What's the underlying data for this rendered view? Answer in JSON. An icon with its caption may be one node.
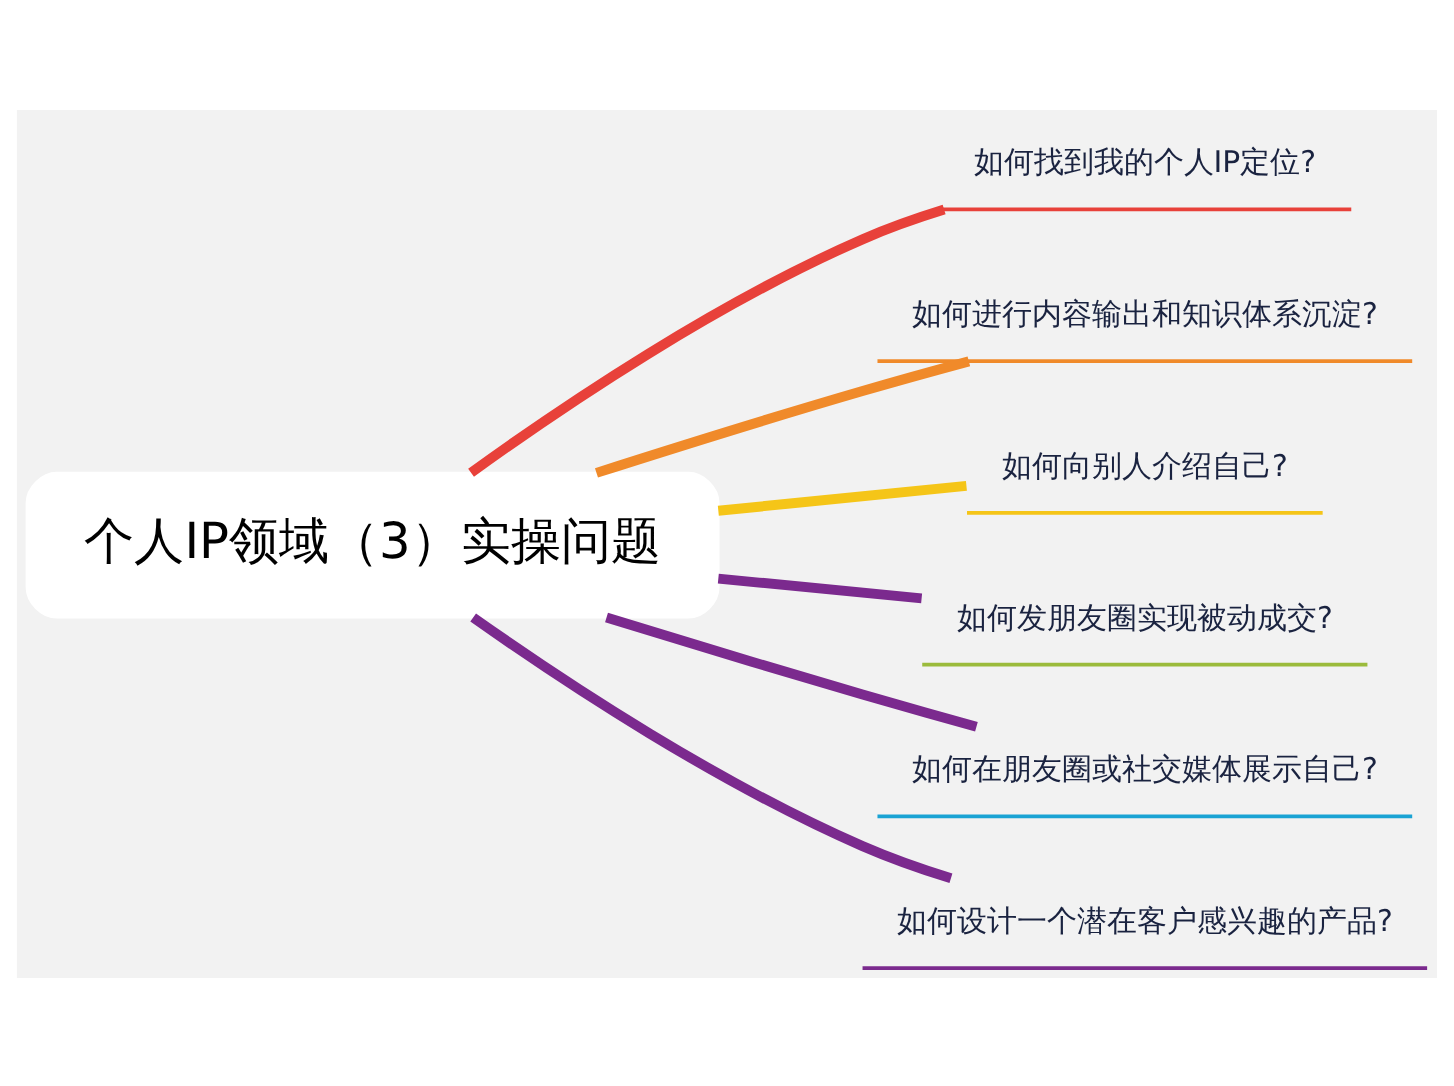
{
  "diagram": {
    "nodes": [
      {
        "text": [
          "个人IP领域（3）实操问题"
        ]
      },
      {
        "text": [
          "如何找到我的个人IP定位?"
        ]
      },
      {
        "text": [
          "如何进行内容输出和知识体系沉淀?"
        ]
      },
      {
        "text": [
          "如何向别人介绍自己?"
        ]
      },
      {
        "text": [
          "如何发朋友圈实现被动成交?"
        ]
      },
      {
        "text": [
          "如何在朋友圈或社交媒体展示自己?"
        ]
      },
      {
        "text": [
          "如何设计一个潜在客户感兴趣的产品?"
        ]
      }
    ],
    "edges": [
      {
        "from": 0,
        "to": 1,
        "arrow": "none",
        "color": "#e8413a"
      },
      {
        "from": 0,
        "to": 2,
        "arrow": "none",
        "color": "#f08a2a"
      },
      {
        "from": 0,
        "to": 3,
        "arrow": "none",
        "color": "#f5c518"
      },
      {
        "from": 0,
        "to": 4,
        "arrow": "none",
        "color": "#7b2a8e"
      },
      {
        "from": 0,
        "to": 5,
        "arrow": "none",
        "color": "#7b2a8e"
      },
      {
        "from": 0,
        "to": 6,
        "arrow": "none",
        "color": "#7b2a8e"
      }
    ]
  }
}
